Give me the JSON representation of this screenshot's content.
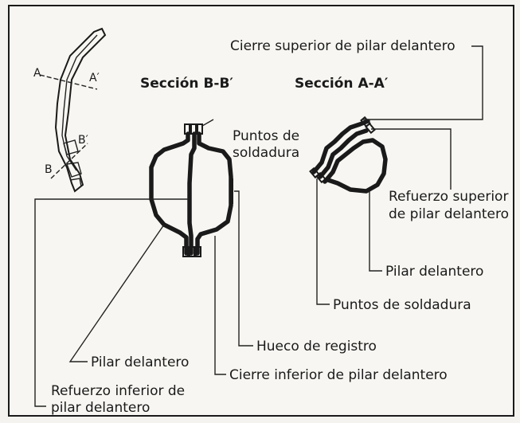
{
  "titles": {
    "section_bb": "Sección B-B′",
    "section_aa": "Sección A-A′"
  },
  "section_markers": {
    "a": "A",
    "a_prime": "A′",
    "b": "B",
    "b_prime": "B′"
  },
  "labels": {
    "cierre_superior": "Cierre superior de pilar delantero",
    "puntos_soldadura_bb_line1": "Puntos de",
    "puntos_soldadura_bb_line2": "soldadura",
    "refuerzo_superior_line1": "Refuerzo superior",
    "refuerzo_superior_line2": "de pilar delantero",
    "pilar_delantero_aa": "Pilar delantero",
    "puntos_soldadura_aa": "Puntos de soldadura",
    "hueco_registro": "Hueco de registro",
    "pilar_delantero_bb": "Pilar delantero",
    "cierre_inferior": "Cierre inferior de pilar delantero",
    "refuerzo_inferior_line1": "Refuerzo inferior de",
    "refuerzo_inferior_line2": "pilar delantero"
  }
}
